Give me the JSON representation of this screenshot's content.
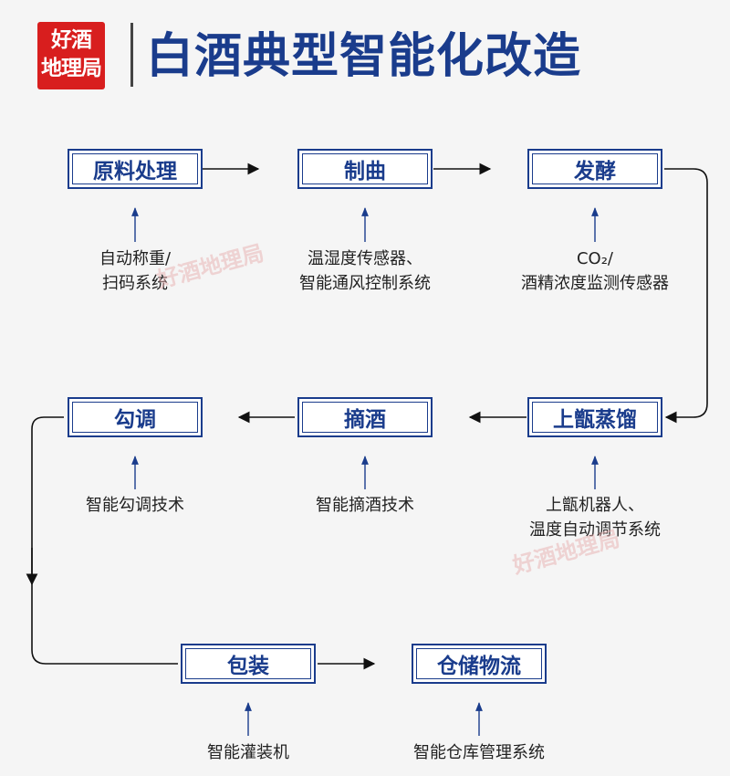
{
  "header": {
    "logo_line1": "好酒",
    "logo_line2": "地理局",
    "title": "白酒典型智能化改造"
  },
  "steps": [
    {
      "label": "原料处理",
      "tech": [
        "自动称重/",
        "扫码系统"
      ]
    },
    {
      "label": "制曲",
      "tech": [
        "温湿度传感器、",
        "智能通风控制系统"
      ]
    },
    {
      "label": "发酵",
      "tech": [
        "CO₂/",
        "酒精浓度监测传感器"
      ]
    },
    {
      "label": "上甑蒸馏",
      "tech": [
        "上甑机器人、",
        "温度自动调节系统"
      ]
    },
    {
      "label": "摘酒",
      "tech": [
        "智能摘酒技术"
      ]
    },
    {
      "label": "勾调",
      "tech": [
        "智能勾调技术"
      ]
    },
    {
      "label": "包装",
      "tech": [
        "智能灌装机"
      ]
    },
    {
      "label": "仓储物流",
      "tech": [
        "智能仓库管理系统"
      ]
    }
  ],
  "watermark": "好酒地理局",
  "colors": {
    "primary": "#1a3c8c",
    "logo": "#d81e1e",
    "background": "#f5f5f5"
  }
}
